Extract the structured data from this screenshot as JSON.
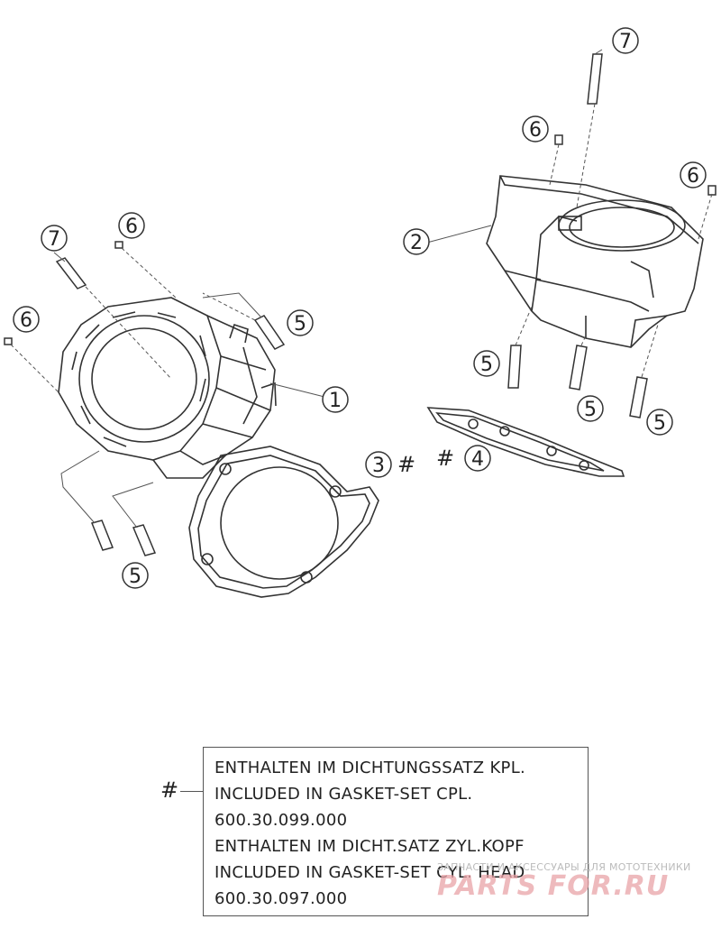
{
  "callouts": {
    "c1": "1",
    "c2": "2",
    "c3": "3",
    "c4": "4",
    "c5": "5",
    "c6": "6",
    "c7": "7"
  },
  "hash_symbol": "#",
  "note": {
    "lines": [
      "ENTHALTEN IM DICHTUNGSSATZ KPL.",
      "INCLUDED IN GASKET-SET CPL.",
      "600.30.099.000",
      "ENTHALTEN IM DICHT.SATZ ZYL.KOPF",
      "INCLUDED IN GASKET-SET CYL. HEAD",
      "600.30.097.000"
    ]
  },
  "watermark": {
    "tagline": "ЗАПЧАСТИ И АКСЕССУАРЫ ДЛЯ МОТОТЕХНИКИ",
    "logo": "PARTS FOR.RU"
  },
  "colors": {
    "line": "#333333",
    "watermark": "#e9a3a8"
  }
}
